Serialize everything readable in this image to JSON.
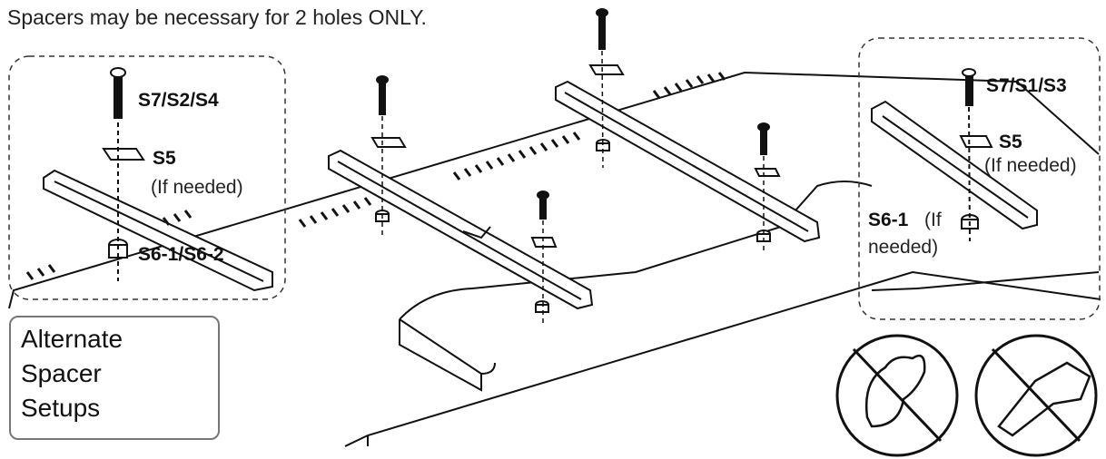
{
  "header": {
    "note": "Spacers may be necessary for 2 holes ONLY."
  },
  "left_detail": {
    "screw_label": "S7/S2/S4",
    "washer_label": "S5",
    "washer_note": "(If needed)",
    "spacer_label": "S6-1/S6-2"
  },
  "right_detail": {
    "screw_label": "S7/S1/S3",
    "washer_label": "S5",
    "washer_note": "(If needed)",
    "spacer_label_bold": "S6-1",
    "spacer_note_1": "(If",
    "spacer_note_2": "needed)"
  },
  "alternate_box": {
    "line1": "Alternate",
    "line2": "Spacer",
    "line3": "Setups"
  },
  "warning_icons": [
    "no-hand-tightening-force-icon",
    "no-power-drill-icon"
  ]
}
